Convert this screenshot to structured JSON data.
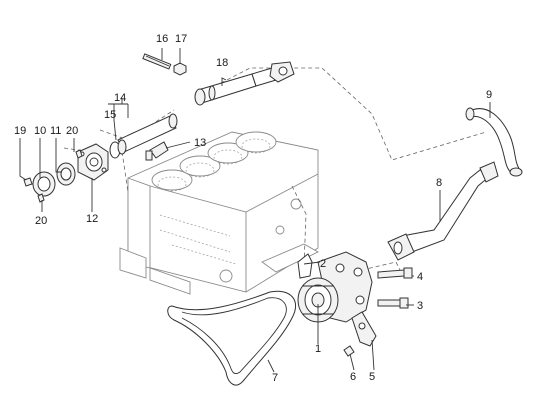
{
  "callouts": {
    "c1": "1",
    "c2": "2",
    "c3": "3",
    "c4": "4",
    "c5": "5",
    "c6": "6",
    "c7": "7",
    "c8": "8",
    "c9": "9",
    "c10": "10",
    "c11": "11",
    "c12": "12",
    "c13": "13",
    "c14": "14",
    "c15": "15",
    "c16": "16",
    "c17": "17",
    "c18": "18",
    "c19": "19",
    "c20a": "20",
    "c20b": "20"
  }
}
